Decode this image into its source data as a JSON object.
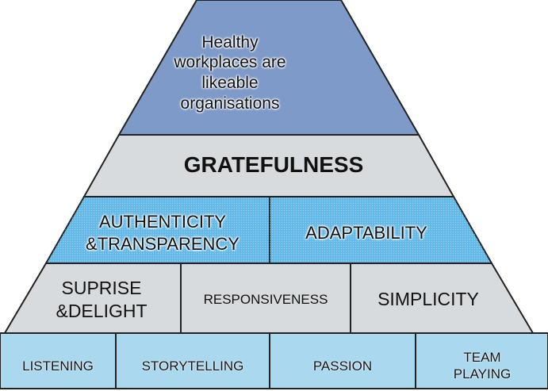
{
  "colors": {
    "apex": "#7e9ac8",
    "band": "#d8dbdd",
    "blue_tier": "#62b8e6",
    "base_tier": "#a9d8ef",
    "outline": "#222222"
  },
  "pyramid": {
    "apex": {
      "text": "Healthy\nworkplaces are\nlikeable\norganisations"
    },
    "band": {
      "text": "GRATEFULNESS"
    },
    "tier_values": [
      {
        "text": "AUTHENTICITY\n&TRANSPARENCY"
      },
      {
        "text": "ADAPTABILITY"
      }
    ],
    "tier_behaviours": [
      {
        "text": "SUPRISE\n&DELIGHT"
      },
      {
        "text": "RESPONSIVENESS"
      },
      {
        "text": "SIMPLICITY"
      }
    ],
    "tier_practices": [
      {
        "text": "LISTENING"
      },
      {
        "text": "STORYTELLING"
      },
      {
        "text": "PASSION"
      },
      {
        "text": "TEAM\nPLAYING"
      }
    ]
  }
}
